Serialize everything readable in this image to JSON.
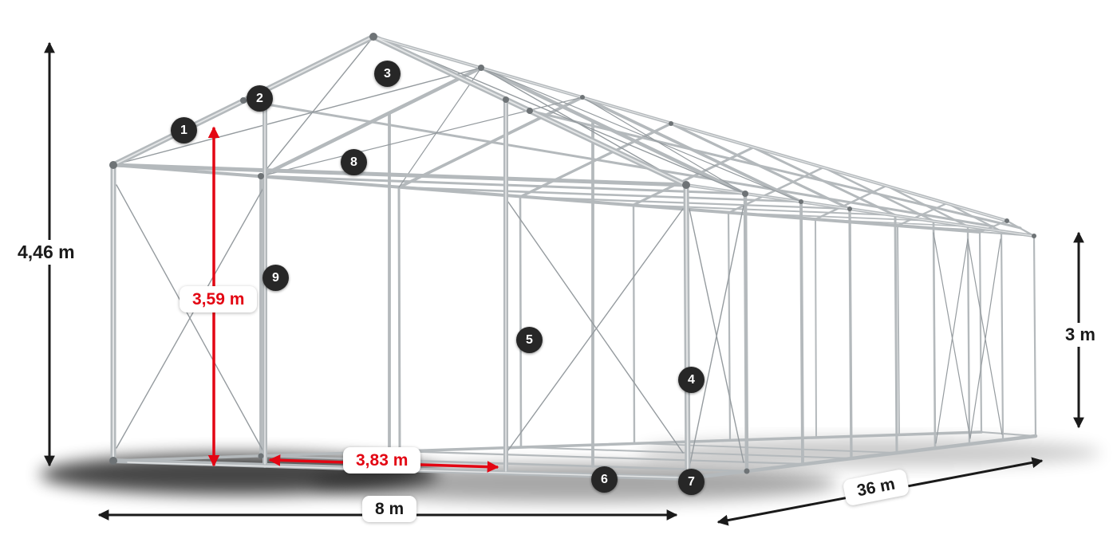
{
  "diagram": {
    "subject": "tent-frame-skeleton",
    "dimensions": {
      "total_height": "4,46 m",
      "entrance_height": "3,59 m",
      "entrance_width": "3,83 m",
      "width": "8 m",
      "length": "36 m",
      "side_height": "3 m"
    },
    "hotspots": [
      "1",
      "2",
      "3",
      "4",
      "5",
      "6",
      "7",
      "8",
      "9"
    ],
    "colors": {
      "accent_red": "#e30613",
      "arrow_black": "#1a1a1a",
      "badge_bg": "#272727",
      "frame_gray": "#b4b9bc",
      "background": "#ffffff"
    }
  }
}
